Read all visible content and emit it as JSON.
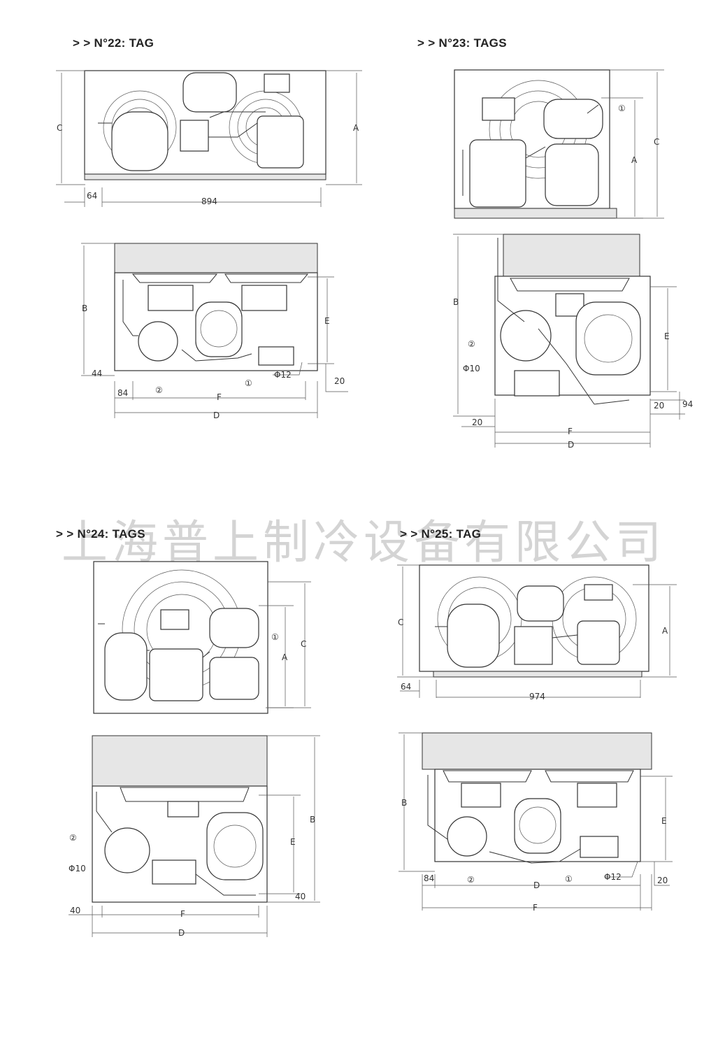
{
  "watermark": "上海普上制冷设备有限公司",
  "figures": [
    {
      "title": "> >  N°22: TAG",
      "dims": {
        "a": "A",
        "c": "C",
        "w1": "64",
        "w2": "894",
        "b": "B",
        "e": "E",
        "d": "D",
        "f": "F",
        "h44": "44",
        "h84": "84",
        "h20": "20",
        "phi": "Φ12",
        "c1": "①",
        "c2": "②"
      }
    },
    {
      "title": "> >  N°23: TAGS",
      "dims": {
        "a": "A",
        "c": "C",
        "b": "B",
        "e": "E",
        "d": "D",
        "f": "F",
        "phi": "Φ10",
        "h20a": "20",
        "h20b": "20",
        "h94": "94",
        "c1": "①",
        "c2": "②"
      }
    },
    {
      "title": "> >  N°24: TAGS",
      "dims": {
        "a": "A",
        "c": "C",
        "b": "B",
        "e": "E",
        "d": "D",
        "f": "F",
        "phi": "Φ10",
        "h40a": "40",
        "h40b": "40",
        "c1": "①",
        "c2": "②"
      }
    },
    {
      "title": "> >  N°25: TAG",
      "dims": {
        "a": "A",
        "c": "C",
        "w1": "64",
        "w2": "974",
        "b": "B",
        "e": "E",
        "d": "D",
        "f": "F",
        "h84": "84",
        "h20": "20",
        "phi": "Φ12",
        "c1": "①",
        "c2": "②"
      }
    }
  ]
}
